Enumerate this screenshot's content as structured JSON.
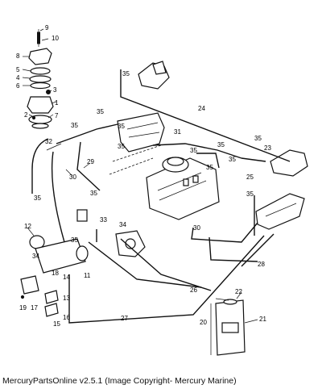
{
  "diagram": {
    "callouts": {
      "c1": "1",
      "c2": "2",
      "c3": "3",
      "c4": "4",
      "c5": "5",
      "c6": "6",
      "c7": "7",
      "c8": "8",
      "c9": "9",
      "c10": "10",
      "c11": "11",
      "c12": "12",
      "c13": "13",
      "c14": "14",
      "c15": "15",
      "c16": "16",
      "c17": "17",
      "c18": "18",
      "c19": "19",
      "c20": "20",
      "c21": "21",
      "c22": "22",
      "c23": "23",
      "c24": "24",
      "c25": "25",
      "c26": "26",
      "c27": "27",
      "c28": "28",
      "c29": "29",
      "c30a": "30",
      "c30b": "30",
      "c31": "31",
      "c32": "32",
      "c33": "33",
      "c34a": "34",
      "c34b": "34",
      "c35a": "35",
      "c35b": "35",
      "c35c": "35",
      "c35d": "35",
      "c35e": "35",
      "c35f": "35",
      "c35g": "35",
      "c35h": "35",
      "c35i": "35",
      "c35j": "35",
      "c35k": "35",
      "c35l": "35",
      "c35m": "35",
      "c35n": "35"
    }
  },
  "footer": {
    "text": "MercuryPartsOnline v2.5.1 (Image Copyright- Mercury Marine)"
  }
}
